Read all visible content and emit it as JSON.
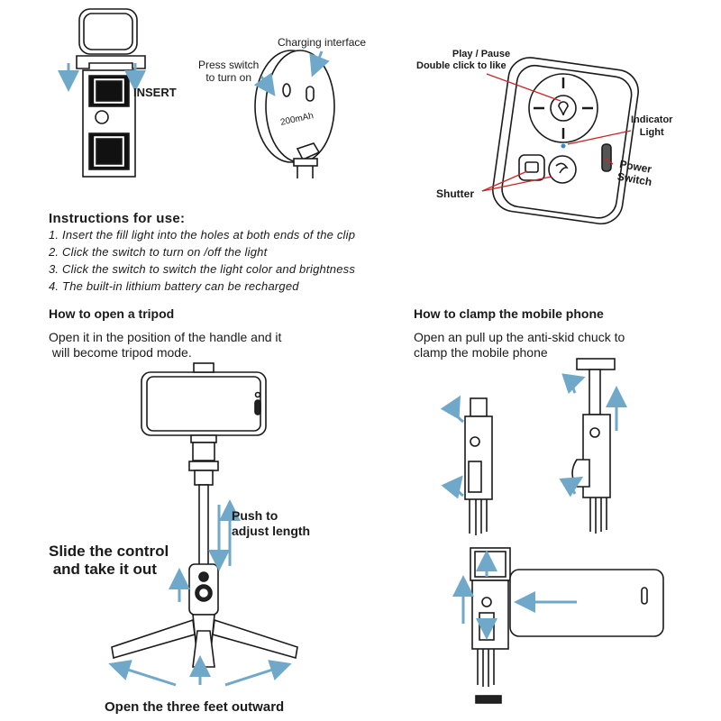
{
  "clip_diagram": {
    "insert_label": "INSERT"
  },
  "light_diagram": {
    "charging_label": "Charging interface",
    "switch_label": "Press switch\nto turn on",
    "battery_label": "200mAh"
  },
  "remote_diagram": {
    "play_pause_label": "Play / Pause",
    "double_click_label": "Double click to like",
    "indicator_label": "Indicator\nLight",
    "power_label": "Power\nSwitch",
    "shutter_label": "Shutter"
  },
  "instructions": {
    "title": "Instructions for use:",
    "items": [
      "1. Insert the fill light into the holes at both ends of the clip",
      "2.  Click  the  switch  to  turn  on /off  the  light",
      "3. Click the switch to switch the light color and brightness",
      "4. The built-in lithium battery can be recharged"
    ]
  },
  "tripod_section": {
    "heading": "How to open a tripod",
    "description": "Open it in the position of the handle and it\n will become tripod mode.",
    "push_label": "Push to\nadjust length",
    "slide_label": "Slide the control\n and take it out",
    "feet_label": "Open the three feet outward"
  },
  "clamp_section": {
    "heading": "How to clamp the mobile phone",
    "description": "Open an pull up the anti-skid chuck to\nclamp the mobile phone"
  },
  "colors": {
    "arrow": "#6fa8c9",
    "line": "#1a1a1a",
    "accent": "#c8282a"
  }
}
